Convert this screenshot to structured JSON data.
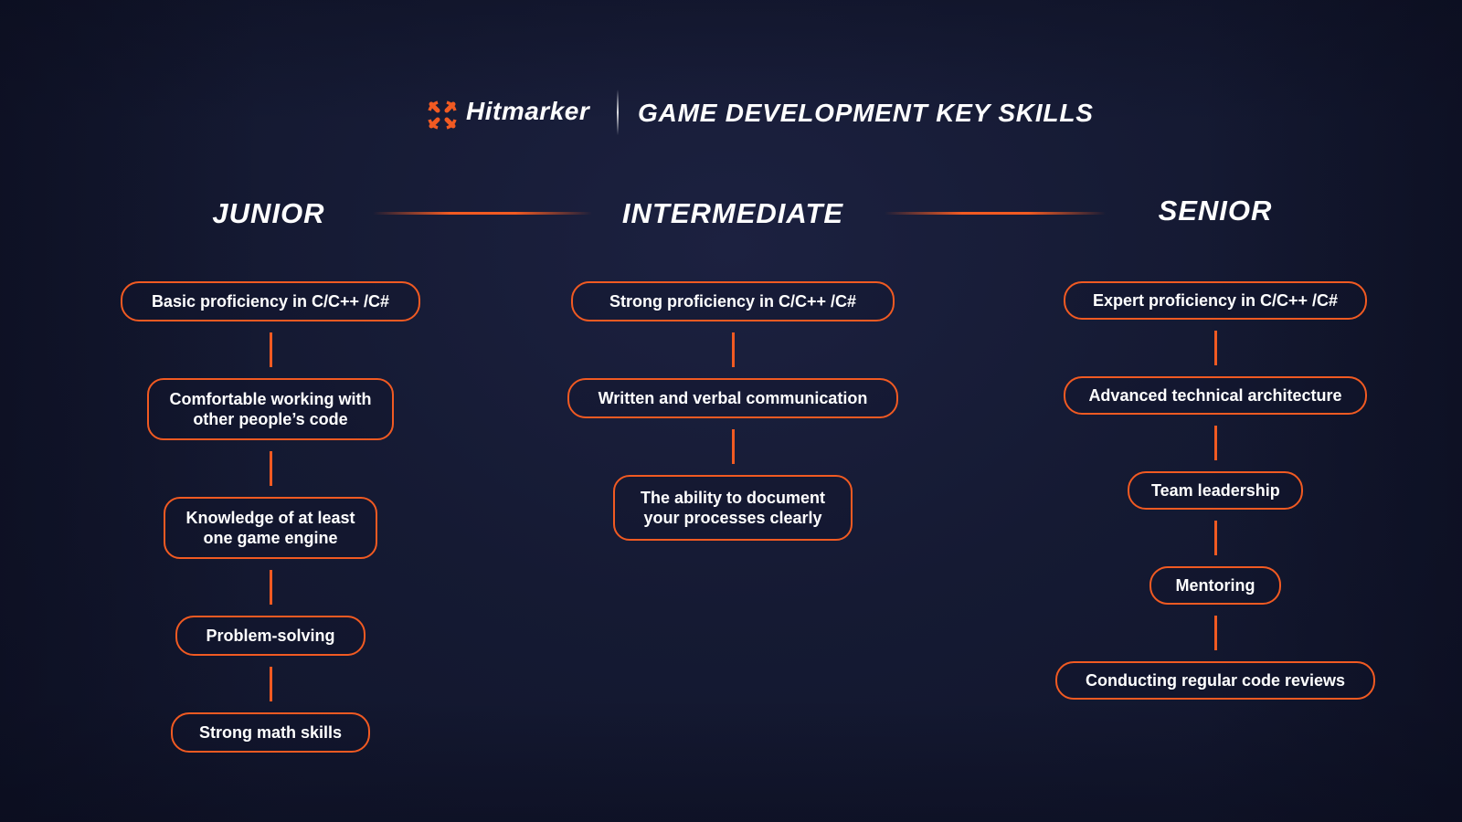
{
  "header": {
    "brand": "Hitmarker",
    "title": "GAME DEVELOPMENT KEY SKILLS",
    "icon": "crosshair-icon"
  },
  "colors": {
    "accent": "#f15a22",
    "background": "#151a33",
    "text": "#ffffff"
  },
  "levels": [
    {
      "title": "JUNIOR",
      "skills": [
        "Basic proficiency in C/C++ /C#",
        "Comfortable working with other people’s code",
        "Knowledge of at least one game engine",
        "Problem-solving",
        "Strong math skills"
      ]
    },
    {
      "title": "INTERMEDIATE",
      "skills": [
        "Strong proficiency in C/C++ /C#",
        "Written and verbal communication",
        "The ability to document your processes clearly"
      ]
    },
    {
      "title": "SENIOR",
      "skills": [
        "Expert proficiency in C/C++ /C#",
        "Advanced technical architecture",
        "Team leadership",
        "Mentoring",
        "Conducting regular code reviews"
      ]
    }
  ]
}
